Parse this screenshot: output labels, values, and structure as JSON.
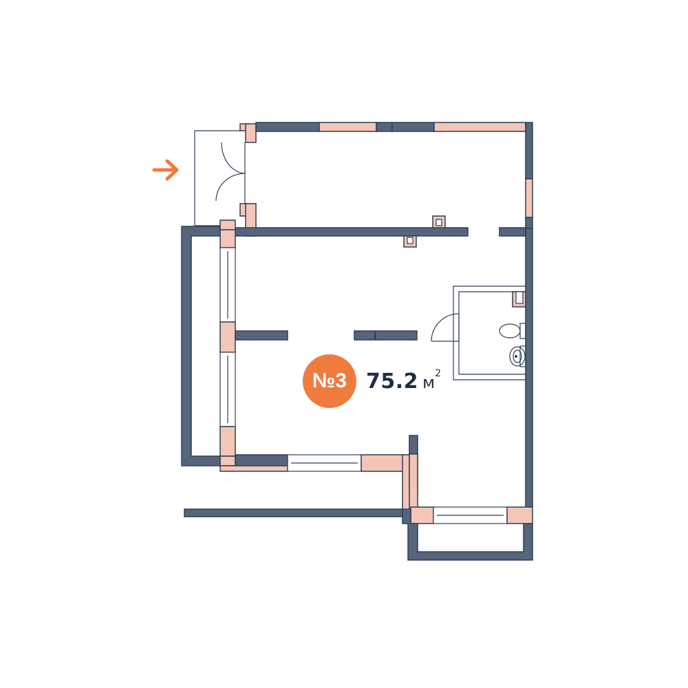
{
  "unit": {
    "label": "№3",
    "area_value": "75.2",
    "area_unit": "м",
    "area_power": "2"
  },
  "colors": {
    "wall": "#56657c",
    "accent": "#ef7b3e",
    "window_frame": "#f4c6b7",
    "text_dark": "#1f2d44"
  },
  "icons": {
    "entrance": "arrow-right-icon",
    "toilet": "toilet-icon",
    "sink": "sink-icon"
  }
}
